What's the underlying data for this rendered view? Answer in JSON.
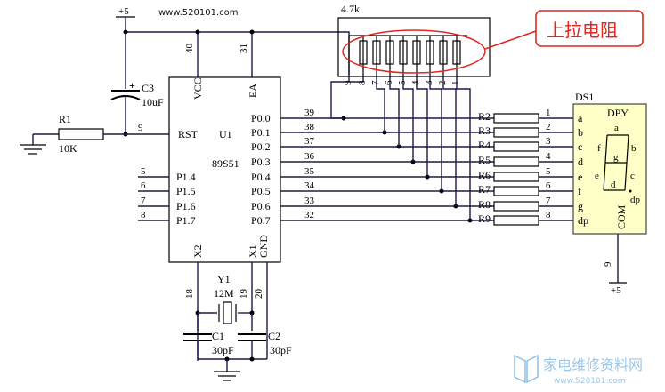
{
  "watermark_top": "www.520101.com",
  "watermark_bottom": {
    "cn": "家电维修资料网",
    "url": "www.520101.com"
  },
  "power_label_top": "+5",
  "power_label_bottom": "+5",
  "callout": "上拉电阻",
  "resnet_label": "4.7k",
  "resnet_pins": [
    "9",
    "8",
    "7",
    "6",
    "5",
    "4",
    "3",
    "2",
    "1"
  ],
  "cap_c3": {
    "name": "C3",
    "value": "10uF",
    "plus": "+"
  },
  "r1": {
    "name": "R1",
    "value": "10K"
  },
  "mcu": {
    "name": "U1",
    "model": "89S51",
    "vcc": "VCC",
    "vcc_pin": "40",
    "ea": "EA",
    "ea_pin": "31",
    "rst": "RST",
    "rst_pin": "9",
    "x2": "X2",
    "x1": "X1",
    "gnd": "GND",
    "x2_pin": "18",
    "x1_pin": "19",
    "gnd_pin": "20",
    "p0_labels": [
      "P0.0",
      "P0.1",
      "P0.2",
      "P0.3",
      "P0.4",
      "P0.5",
      "P0.6",
      "P0.7"
    ],
    "p0_pins": [
      "39",
      "38",
      "37",
      "36",
      "35",
      "34",
      "33",
      "32"
    ],
    "p1_labels": [
      "P1.4",
      "P1.5",
      "P1.6",
      "P1.7"
    ],
    "p1_pins": [
      "5",
      "6",
      "7",
      "8"
    ]
  },
  "crystal": {
    "name": "Y1",
    "value": "12M"
  },
  "c1": {
    "name": "C1",
    "value": "30pF"
  },
  "c2": {
    "name": "C2",
    "value": "30pF"
  },
  "seg_resistors": [
    "R2",
    "R3",
    "R4",
    "R5",
    "R6",
    "R7",
    "R8",
    "R9"
  ],
  "seg_pins": [
    "1",
    "2",
    "3",
    "4",
    "5",
    "6",
    "7",
    "8"
  ],
  "display": {
    "name": "DS1",
    "title": "DPY",
    "segs": [
      "a",
      "b",
      "c",
      "d",
      "e",
      "f",
      "g",
      "dp"
    ],
    "com": "COM",
    "com_pin": "9",
    "inner": {
      "a": "a",
      "b": "b",
      "c": "c",
      "d": "d",
      "e": "e",
      "f": "f",
      "g": "g",
      "dp": "dp"
    }
  }
}
